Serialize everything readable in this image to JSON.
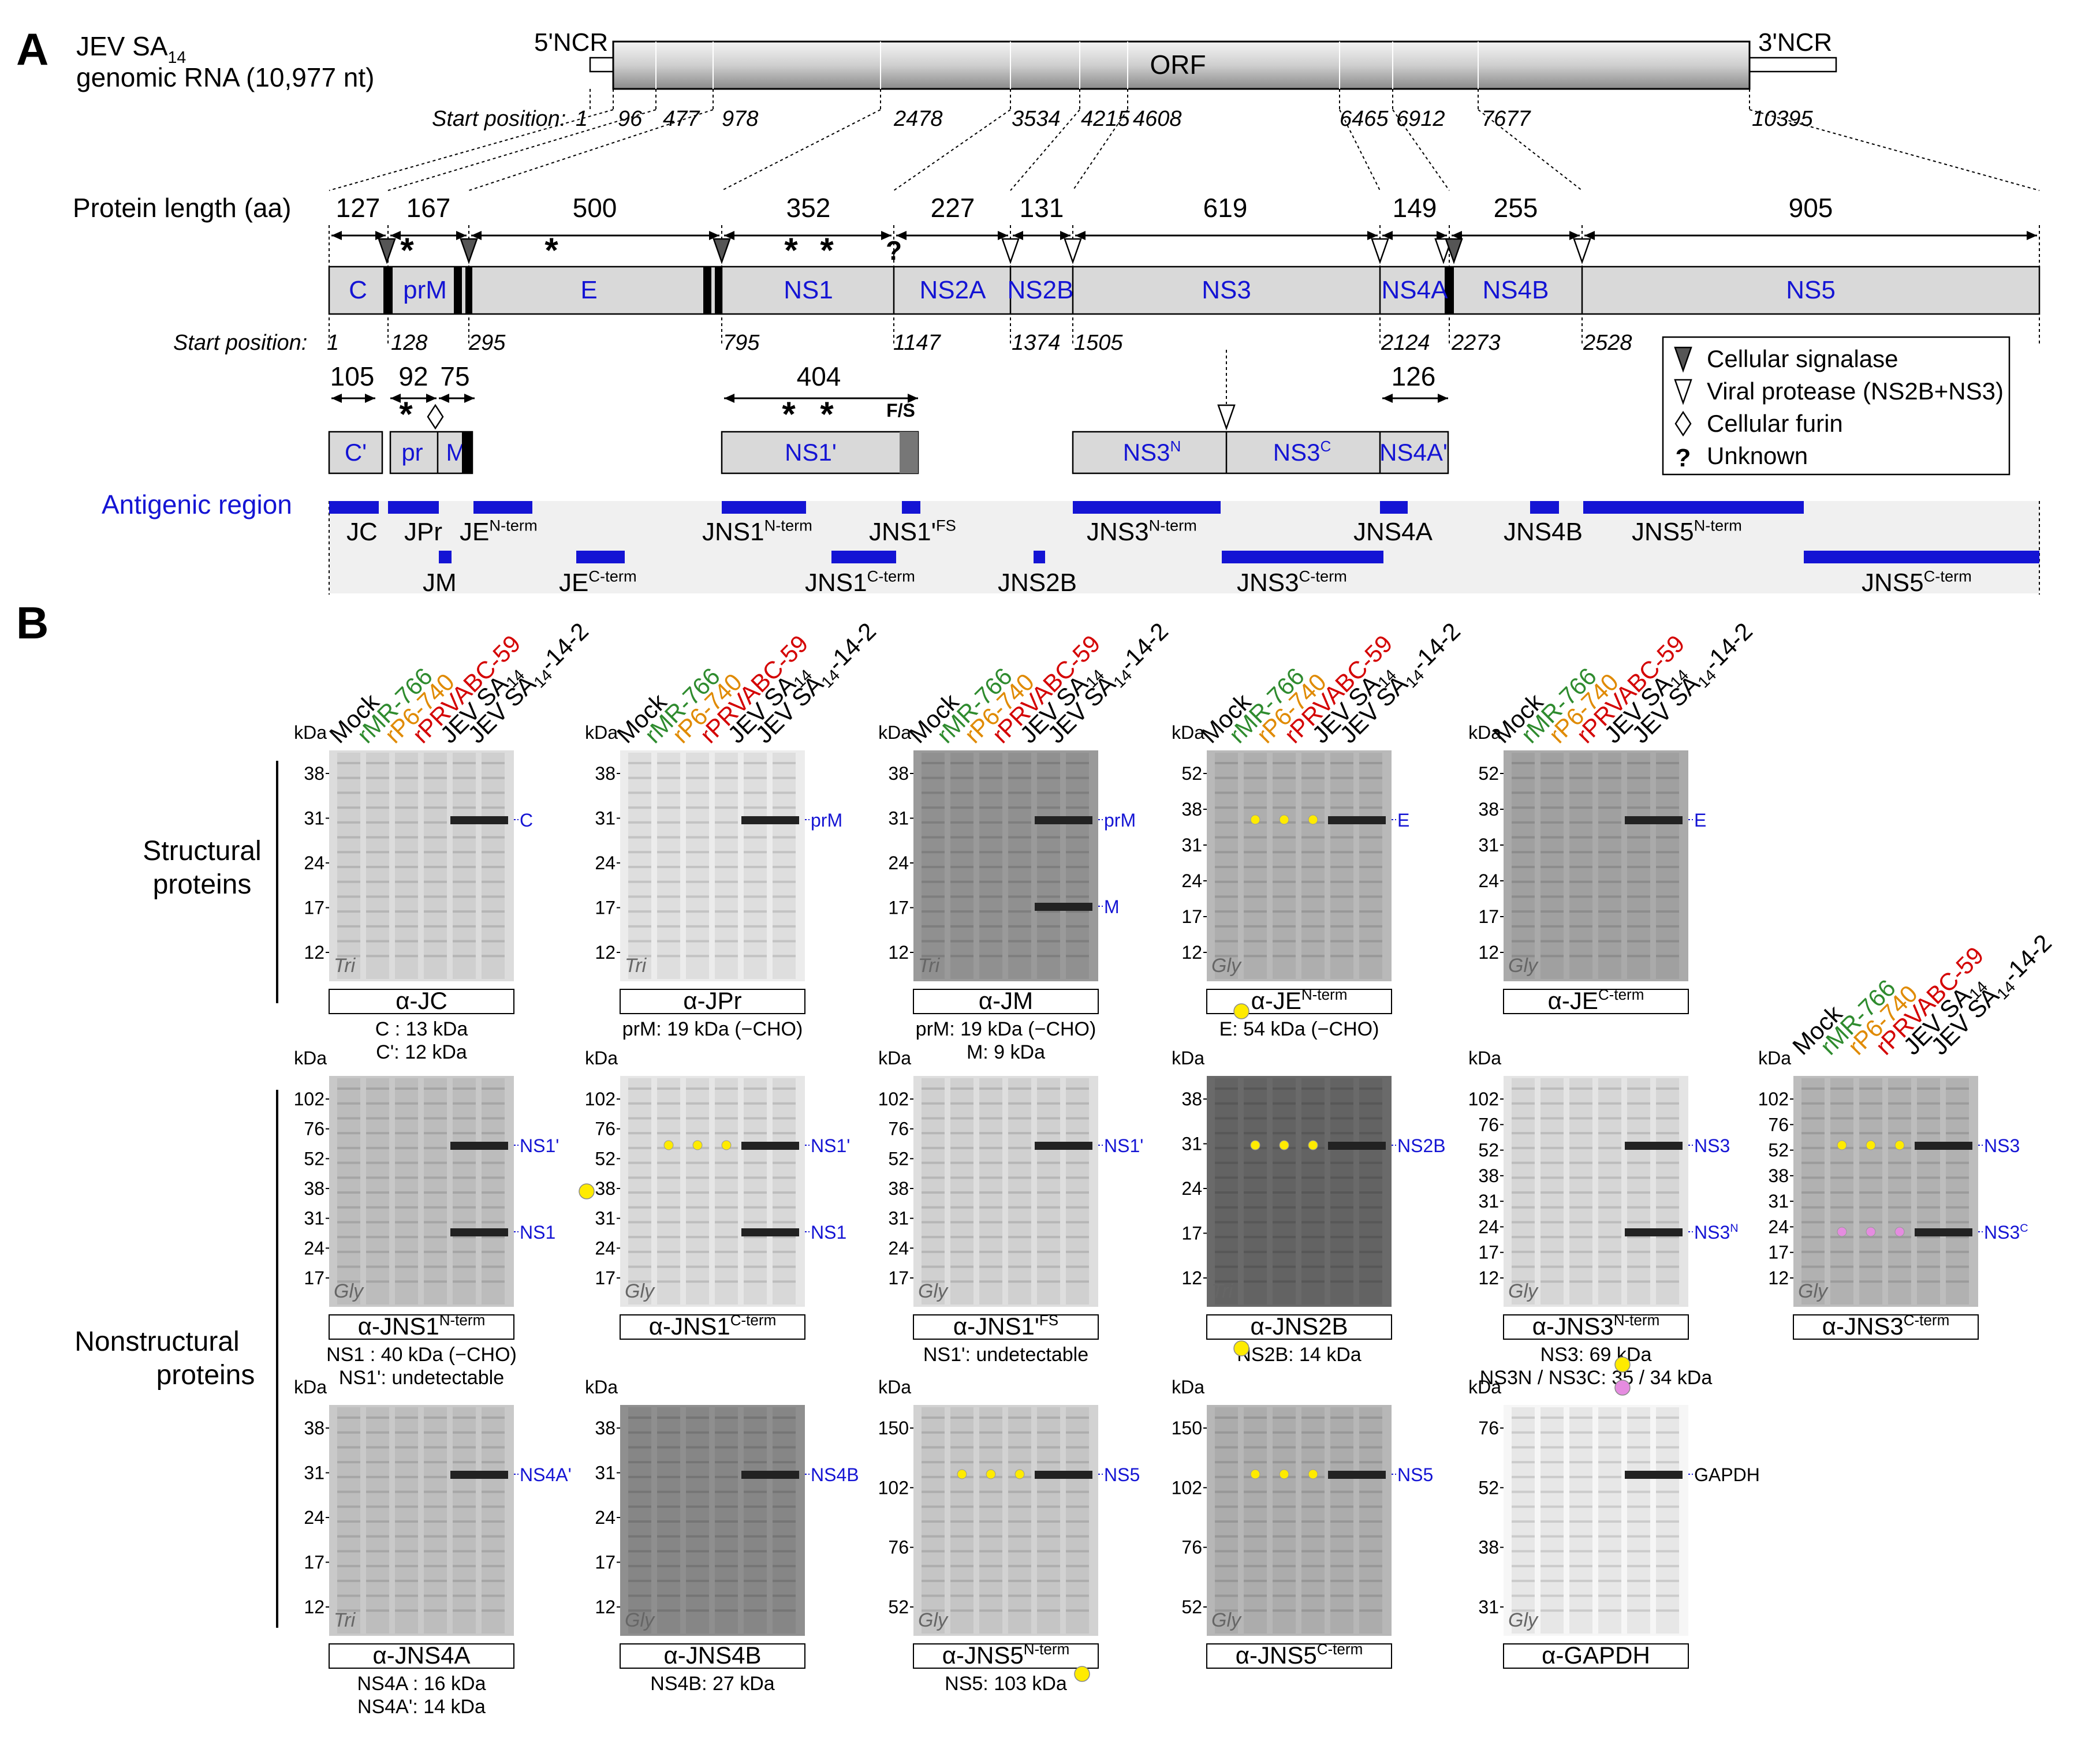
{
  "panel_a": {
    "label": "A",
    "title_line1": "JEV SA",
    "title_sub": "14",
    "title_line2": "genomic RNA (10,977 nt)",
    "ncr5": "5'NCR",
    "ncr3": "3'NCR",
    "orf": "ORF",
    "start_label": "Start position:",
    "nt_positions": [
      "1",
      "96",
      "477",
      "978",
      "2478",
      "3534",
      "4215",
      "4608",
      "6465",
      "6912",
      "7677",
      "10395"
    ],
    "protein_length_label": "Protein length (aa)",
    "lengths": [
      "127",
      "167",
      "500",
      "352",
      "227",
      "131",
      "619",
      "149",
      "255",
      "905"
    ],
    "proteins": [
      "C",
      "prM",
      "E",
      "NS1",
      "NS2A",
      "NS2B",
      "NS3",
      "NS4A",
      "NS4B",
      "NS5"
    ],
    "aa_positions": [
      "1",
      "128",
      "295",
      "795",
      "1147",
      "1374",
      "1505",
      "2124",
      "2273",
      "2528"
    ],
    "lengths2": [
      "105",
      "92",
      "75",
      "404",
      "126"
    ],
    "alt_proteins": [
      "C'",
      "pr",
      "M",
      "NS1'",
      "NS3",
      "N",
      "NS3",
      "C",
      "NS4A'"
    ],
    "fs_label": "F/S",
    "question_mark": "?",
    "legend": [
      "Cellular signalase",
      "Viral protease (NS2B+NS3)",
      "Cellular furin",
      "Unknown"
    ],
    "antigenic_label": "Antigenic region",
    "antigen_top": [
      {
        "t": "JC",
        "s": ""
      },
      {
        "t": "JPr",
        "s": ""
      },
      {
        "t": "JE",
        "s": "N-term"
      },
      {
        "t": "JNS1",
        "s": "N-term"
      },
      {
        "t": "JNS1'",
        "s": "FS"
      },
      {
        "t": "JNS3",
        "s": "N-term"
      },
      {
        "t": "JNS4A",
        "s": ""
      },
      {
        "t": "JNS4B",
        "s": ""
      },
      {
        "t": "JNS5",
        "s": "N-term"
      }
    ],
    "antigen_bottom": [
      {
        "t": "JM",
        "s": ""
      },
      {
        "t": "JE",
        "s": "C-term"
      },
      {
        "t": "JNS1",
        "s": "C-term"
      },
      {
        "t": "JNS2B",
        "s": ""
      },
      {
        "t": "JNS3",
        "s": "C-term"
      },
      {
        "t": "JNS5",
        "s": "C-term"
      }
    ]
  },
  "panel_b": {
    "label": "B",
    "lanes": [
      {
        "name": "Mock",
        "color": "#000000"
      },
      {
        "name": "rMR-766",
        "color": "#2e8b2e"
      },
      {
        "name": "rP6-740",
        "color": "#e08a00"
      },
      {
        "name": "rPRVABC-59",
        "color": "#d40000"
      },
      {
        "name": "JEV SA14",
        "color": "#000000"
      },
      {
        "name": "JEV SA14-14-2",
        "color": "#000000"
      }
    ],
    "kda": "kDa",
    "group_structural": [
      "Structural",
      "proteins"
    ],
    "group_nonstructural": [
      "Nonstructural",
      "proteins"
    ],
    "blots": [
      {
        "id": "jc",
        "ab": "α-JC",
        "sup": "",
        "gel": "Tri",
        "marks": [
          "38",
          "31",
          "24",
          "17",
          "12"
        ],
        "bands": [
          "C"
        ],
        "notes": [
          "C : 13 kDa",
          "C': 12 kDa"
        ]
      },
      {
        "id": "jpr",
        "ab": "α-JPr",
        "sup": "",
        "gel": "Tri",
        "marks": [
          "38",
          "31",
          "24",
          "17",
          "12"
        ],
        "bands": [
          "prM"
        ],
        "notes": [
          "prM: 19 kDa (−CHO)"
        ]
      },
      {
        "id": "jm",
        "ab": "α-JM",
        "sup": "",
        "gel": "Tri",
        "marks": [
          "38",
          "31",
          "24",
          "17",
          "12"
        ],
        "bands": [
          "prM",
          "M"
        ],
        "notes": [
          "prM: 19 kDa (−CHO)",
          "M: 9 kDa"
        ]
      },
      {
        "id": "jen",
        "ab": "α-JE",
        "sup": "N-term",
        "gel": "Gly",
        "marks": [
          "52",
          "38",
          "31",
          "24",
          "17",
          "12"
        ],
        "bands": [
          "E"
        ],
        "notes": [
          "E: 54 kDa (−CHO)"
        ]
      },
      {
        "id": "jec",
        "ab": "α-JE",
        "sup": "C-term",
        "gel": "Gly",
        "marks": [
          "52",
          "38",
          "31",
          "24",
          "17",
          "12"
        ],
        "bands": [
          "E"
        ],
        "notes": []
      },
      {
        "id": "jns1n",
        "ab": "α-JNS1",
        "sup": "N-term",
        "gel": "Gly",
        "marks": [
          "102",
          "76",
          "52",
          "38",
          "31",
          "24",
          "17"
        ],
        "bands": [
          "NS1'",
          "NS1"
        ],
        "notes": [
          "NS1 : 40 kDa (−CHO)",
          "NS1': undetectable"
        ]
      },
      {
        "id": "jns1c",
        "ab": "α-JNS1",
        "sup": "C-term",
        "gel": "Gly",
        "marks": [
          "102",
          "76",
          "52",
          "38",
          "31",
          "24",
          "17"
        ],
        "bands": [
          "NS1'",
          "NS1"
        ],
        "notes": []
      },
      {
        "id": "jns1fs",
        "ab": "α-JNS1'",
        "sup": "FS",
        "gel": "Gly",
        "marks": [
          "102",
          "76",
          "52",
          "38",
          "31",
          "24",
          "17"
        ],
        "bands": [
          "NS1'"
        ],
        "notes": [
          "NS1': undetectable"
        ]
      },
      {
        "id": "jns2b",
        "ab": "α-JNS2B",
        "sup": "",
        "gel": "Tri",
        "marks": [
          "38",
          "31",
          "24",
          "17",
          "12"
        ],
        "bands": [
          "NS2B"
        ],
        "notes": [
          "NS2B: 14 kDa"
        ]
      },
      {
        "id": "jns3n",
        "ab": "α-JNS3",
        "sup": "N-term",
        "gel": "Gly",
        "marks": [
          "102",
          "76",
          "52",
          "38",
          "31",
          "24",
          "17",
          "12"
        ],
        "bands": [
          "NS3",
          "NS3N"
        ],
        "notes": [
          "NS3: 69 kDa",
          "NS3N / NS3C: 35 / 34 kDa"
        ]
      },
      {
        "id": "jns3c",
        "ab": "α-JNS3",
        "sup": "C-term",
        "gel": "Gly",
        "marks": [
          "102",
          "76",
          "52",
          "38",
          "31",
          "24",
          "17",
          "12"
        ],
        "bands": [
          "NS3",
          "NS3C"
        ],
        "notes": []
      },
      {
        "id": "jns4a",
        "ab": "α-JNS4A",
        "sup": "",
        "gel": "Tri",
        "marks": [
          "38",
          "31",
          "24",
          "17",
          "12"
        ],
        "bands": [
          "NS4A'"
        ],
        "notes": [
          "NS4A : 16 kDa",
          "NS4A': 14 kDa"
        ]
      },
      {
        "id": "jns4b",
        "ab": "α-JNS4B",
        "sup": "",
        "gel": "Gly",
        "marks": [
          "38",
          "31",
          "24",
          "17",
          "12"
        ],
        "bands": [
          "NS4B"
        ],
        "notes": [
          "NS4B: 27 kDa"
        ]
      },
      {
        "id": "jns5n",
        "ab": "α-JNS5",
        "sup": "N-term",
        "gel": "Gly",
        "marks": [
          "150",
          "102",
          "76",
          "52"
        ],
        "bands": [
          "NS5"
        ],
        "notes": [
          "NS5: 103 kDa"
        ]
      },
      {
        "id": "jns5c",
        "ab": "α-JNS5",
        "sup": "C-term",
        "gel": "Gly",
        "marks": [
          "150",
          "102",
          "76",
          "52"
        ],
        "bands": [
          "NS5"
        ],
        "notes": []
      },
      {
        "id": "gapdh",
        "ab": "α-GAPDH",
        "sup": "",
        "gel": "Gly",
        "marks": [
          "76",
          "52",
          "38",
          "31"
        ],
        "bands": [
          "GAPDH"
        ],
        "notes": []
      }
    ]
  },
  "colors": {
    "blue": "#1414d4",
    "box_fill": "#d9d9d9",
    "yellow_dot": "#ffeb00",
    "pink_dot": "#e58ce0",
    "gel_bg": "#d8d8d8"
  }
}
